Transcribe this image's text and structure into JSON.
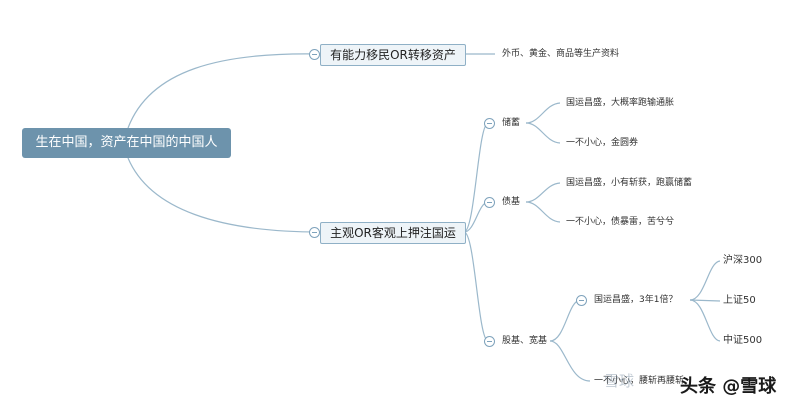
{
  "root": {
    "label": "生在中国，资产在中国的中国人"
  },
  "branch1": {
    "label": "有能力移民OR转移资产",
    "child": "外币、黄金、商品等生产资料"
  },
  "branch2": {
    "label": "主观OR客观上押注国运",
    "savings": {
      "label": "储蓄",
      "items": [
        "国运昌盛，大概率跑输通胀",
        "一不小心，金圆券"
      ]
    },
    "bonds": {
      "label": "债基",
      "items": [
        "国运昌盛，小有斩获，跑赢储蓄",
        "一不小心，债暴雷，苦兮兮"
      ]
    },
    "stocks": {
      "label": "股基、宽基",
      "prosper": {
        "label": "国运昌盛，3年1倍？",
        "indices": [
          "沪深300",
          "上证50",
          "中证500"
        ]
      },
      "careless": {
        "label": "一不小心，腰斩再腰斩"
      }
    }
  },
  "watermark": {
    "left": "雪球",
    "right": "头条 @雪球"
  },
  "colors": {
    "root_bg": "#6d93ac",
    "line": "#8fb0c6",
    "node_bg": "#eef4f8"
  }
}
